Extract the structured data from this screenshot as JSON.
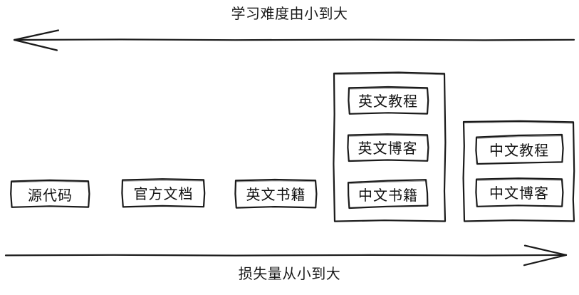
{
  "diagram": {
    "top_axis": {
      "label": "学习难度由小到大",
      "direction": "left"
    },
    "bottom_axis": {
      "label": "损失量从小到大",
      "direction": "right"
    },
    "colors": {
      "stroke": "#1a1a1a",
      "text": "#111111",
      "background": "#ffffff"
    },
    "groups": [
      {
        "name": "source-code",
        "items": [
          {
            "label": "源代码"
          }
        ]
      },
      {
        "name": "official-docs",
        "items": [
          {
            "label": "官方文档"
          }
        ]
      },
      {
        "name": "english-books",
        "items": [
          {
            "label": "英文书籍"
          }
        ]
      },
      {
        "name": "english-media",
        "items": [
          {
            "label": "英文教程"
          },
          {
            "label": "英文博客"
          },
          {
            "label": "中文书籍"
          }
        ]
      },
      {
        "name": "chinese-media",
        "items": [
          {
            "label": "中文教程"
          },
          {
            "label": "中文博客"
          }
        ]
      }
    ]
  }
}
